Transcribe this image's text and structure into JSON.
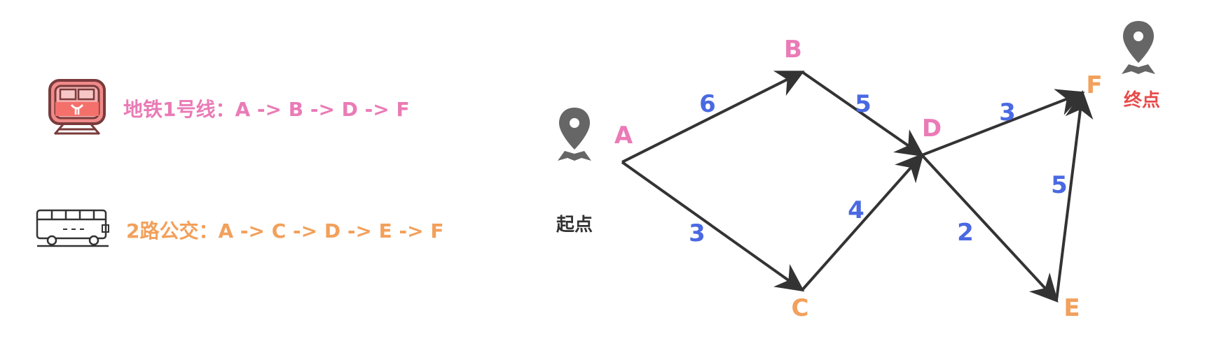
{
  "routes": {
    "metro": {
      "icon": "metro-train-icon",
      "text": "地铁1号线：A -> B -> D -> F",
      "color": "#ea7bb6"
    },
    "bus": {
      "icon": "bus-icon",
      "text": "2路公交：A -> C -> D -> E -> F",
      "color": "#f2a05b"
    }
  },
  "graph": {
    "nodes": [
      {
        "id": "A",
        "label": "A",
        "color": "#ea7bb6"
      },
      {
        "id": "B",
        "label": "B",
        "color": "#ea7bb6"
      },
      {
        "id": "C",
        "label": "C",
        "color": "#f2a05b"
      },
      {
        "id": "D",
        "label": "D",
        "color": "#ea7bb6"
      },
      {
        "id": "E",
        "label": "E",
        "color": "#f2a05b"
      },
      {
        "id": "F",
        "label": "F",
        "color": "#f2a05b"
      }
    ],
    "edges": [
      {
        "from": "A",
        "to": "B",
        "weight": "6"
      },
      {
        "from": "B",
        "to": "D",
        "weight": "5"
      },
      {
        "from": "D",
        "to": "F",
        "weight": "3"
      },
      {
        "from": "A",
        "to": "C",
        "weight": "3"
      },
      {
        "from": "C",
        "to": "D",
        "weight": "4"
      },
      {
        "from": "D",
        "to": "E",
        "weight": "2"
      },
      {
        "from": "E",
        "to": "F",
        "weight": "5"
      }
    ],
    "start_caption": "起点",
    "start_color": "#333333",
    "end_caption": "终点",
    "end_color": "#e84a4a",
    "weight_color": "#4a69e2",
    "edge_color": "#333333",
    "pin_color": "#666666"
  }
}
